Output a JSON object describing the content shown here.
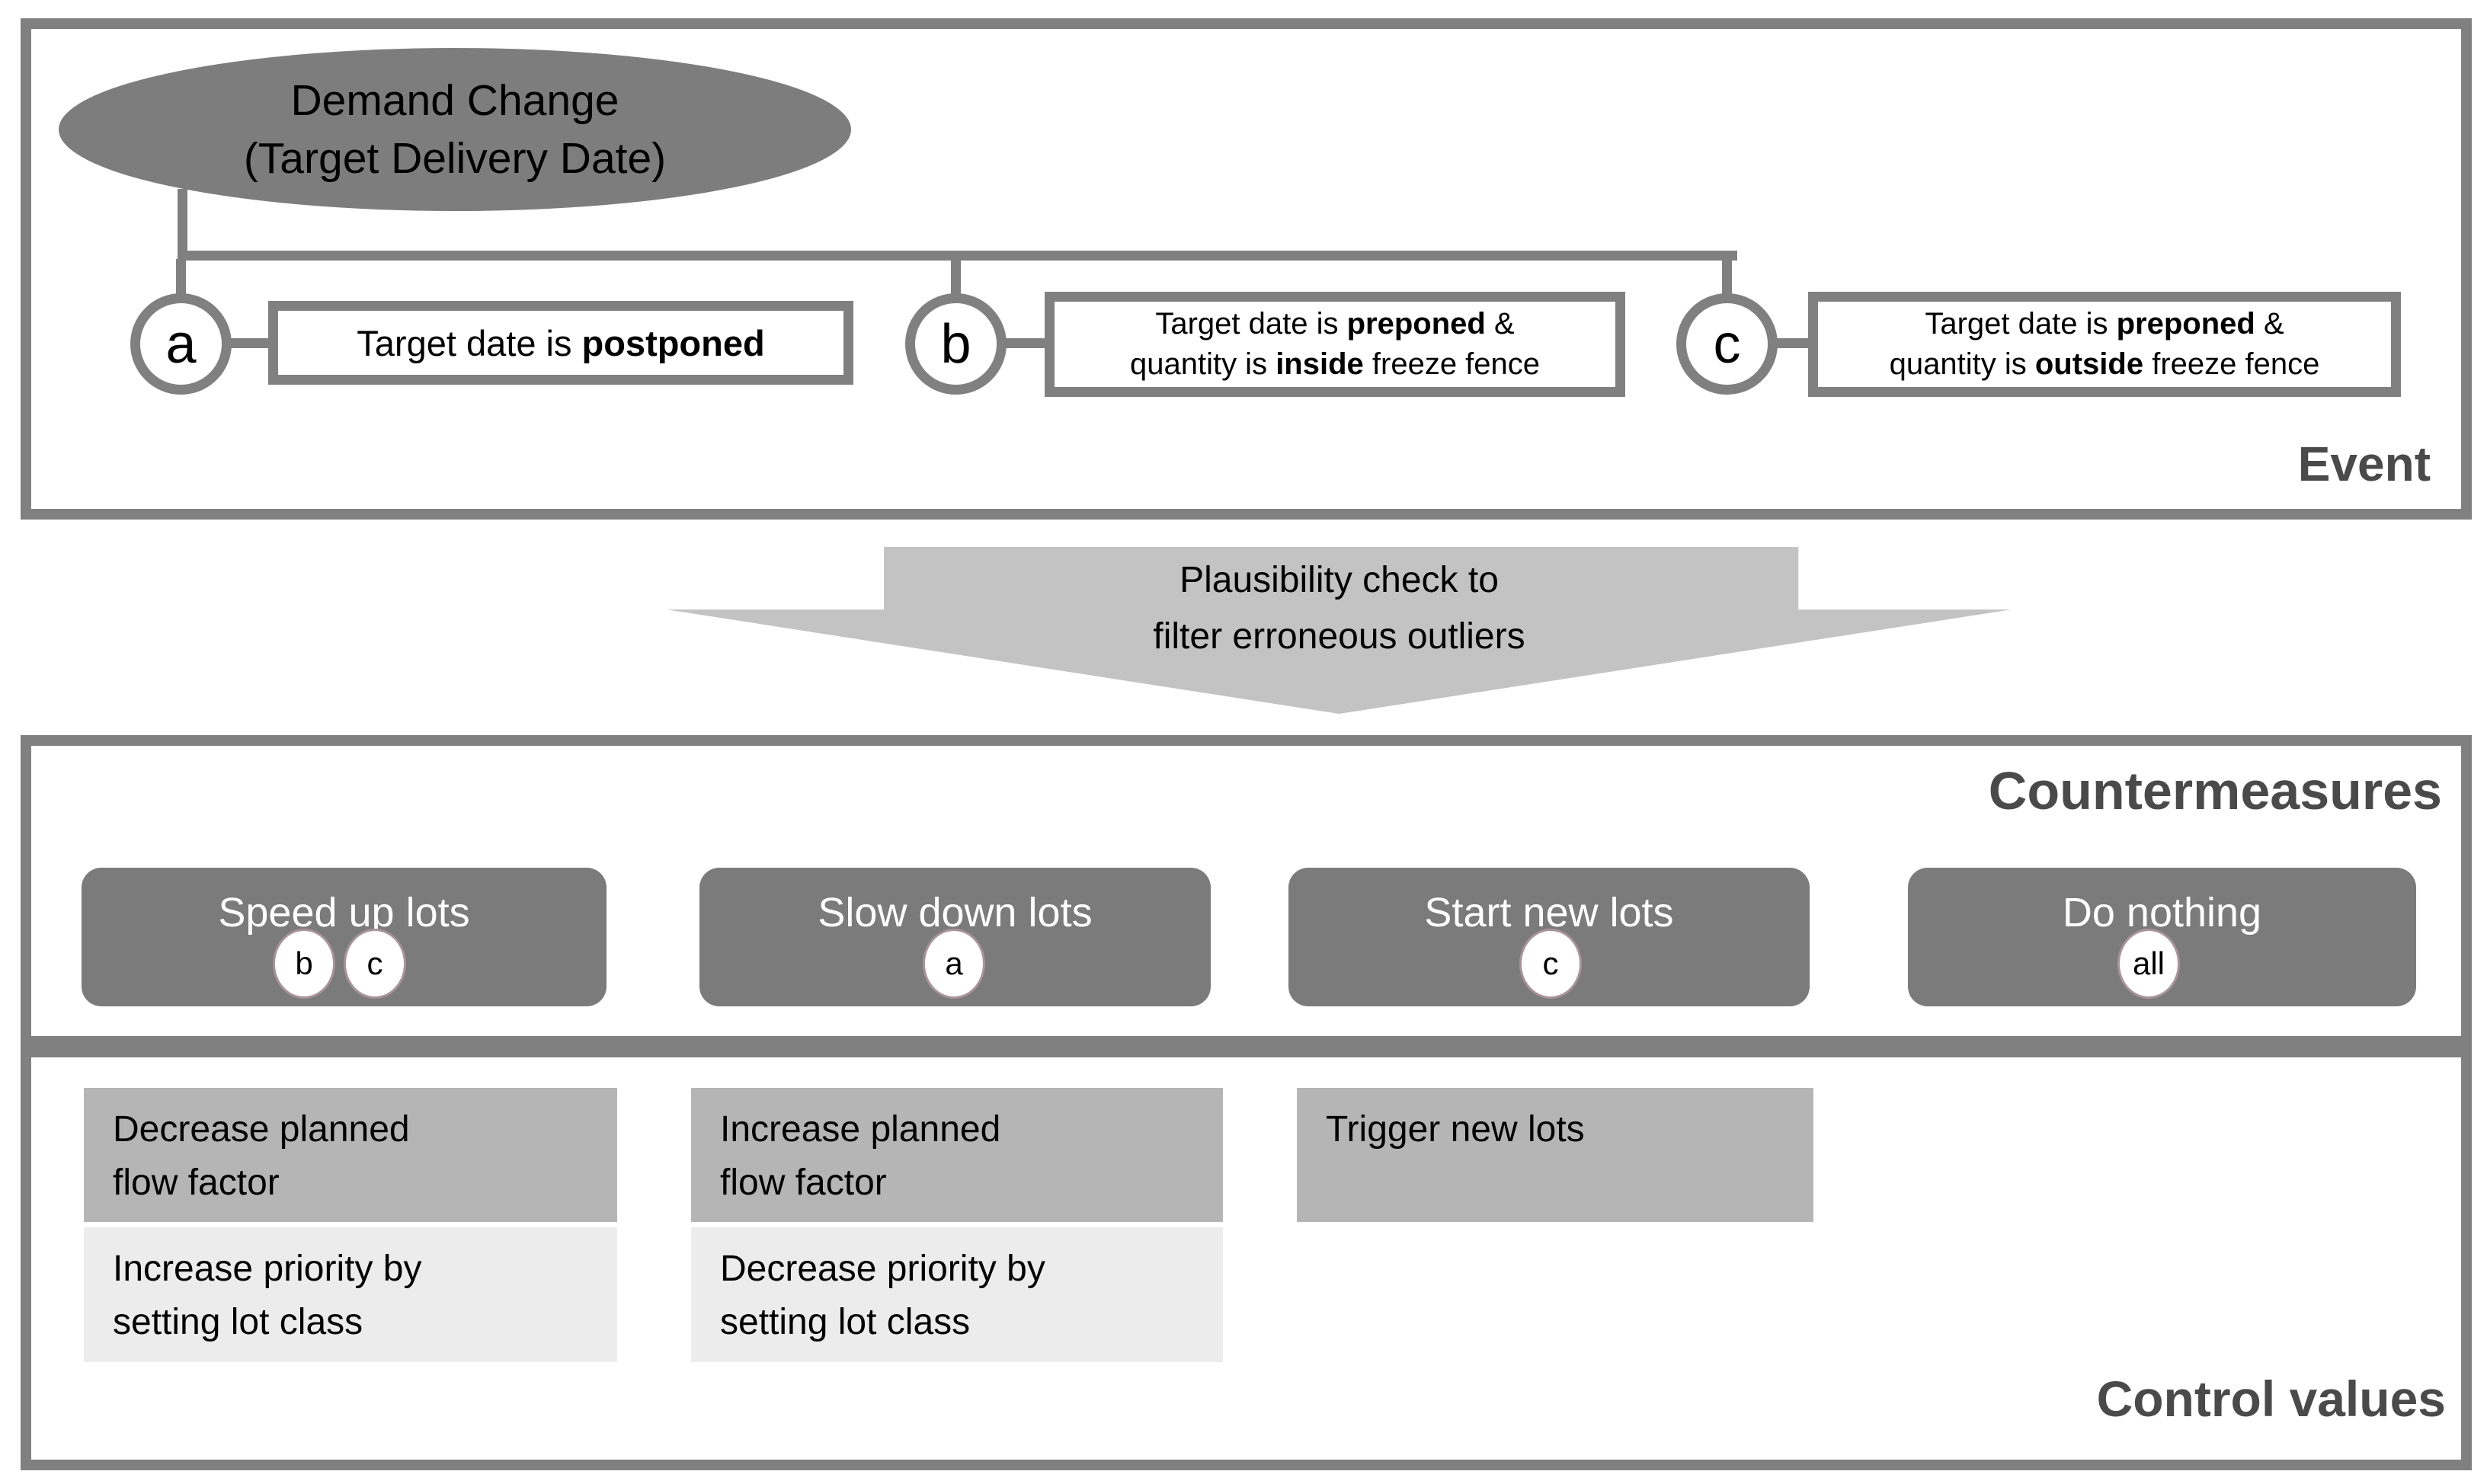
{
  "colors": {
    "outline_gray": "#808080",
    "shape_gray": "#7b7b7b",
    "ellipse_gray": "#7d7d7d",
    "arrow_gray": "#c3c3c3",
    "primary_box_gray": "#b5b5b5",
    "secondary_box_gray": "#ececec",
    "section_title_gray": "#4a4a4a",
    "tag_ring": "#a8949c"
  },
  "event": {
    "section_label": "Event",
    "root_line1": "Demand Change",
    "root_line2": "(Target Delivery Date)",
    "branch_a": {
      "id": "a",
      "pre": "Target date is ",
      "bold": "postponed"
    },
    "branch_b": {
      "id": "b",
      "l1_pre": "Target date is ",
      "l1_bold": "preponed",
      "l1_post": " &",
      "l2_pre": "quantity is ",
      "l2_bold": "inside",
      "l2_post": " freeze fence"
    },
    "branch_c": {
      "id": "c",
      "l1_pre": "Target date is ",
      "l1_bold": "preponed",
      "l1_post": " &",
      "l2_pre": "quantity is ",
      "l2_bold": "outside",
      "l2_post": " freeze fence"
    }
  },
  "arrow": {
    "line1": "Plausibility check to",
    "line2": "filter erroneous outliers"
  },
  "countermeasures": {
    "section_label": "Countermeasures",
    "items": [
      {
        "label": "Speed up lots",
        "tags": [
          "b",
          "c"
        ]
      },
      {
        "label": "Slow down lots",
        "tags": [
          "a"
        ]
      },
      {
        "label": "Start new lots",
        "tags": [
          "c"
        ]
      },
      {
        "label": "Do nothing",
        "tags": [
          "all"
        ]
      }
    ]
  },
  "control_values": {
    "section_label": "Control values",
    "columns": [
      {
        "primary_line1": "Decrease planned",
        "primary_line2": "flow factor",
        "secondary_line1": "Increase priority by",
        "secondary_line2": "setting lot class"
      },
      {
        "primary_line1": "Increase planned",
        "primary_line2": "flow factor",
        "secondary_line1": "Decrease priority by",
        "secondary_line2": "setting lot class"
      },
      {
        "primary_line1": "Trigger new lots",
        "primary_line2": "",
        "secondary_line1": "",
        "secondary_line2": ""
      }
    ]
  }
}
